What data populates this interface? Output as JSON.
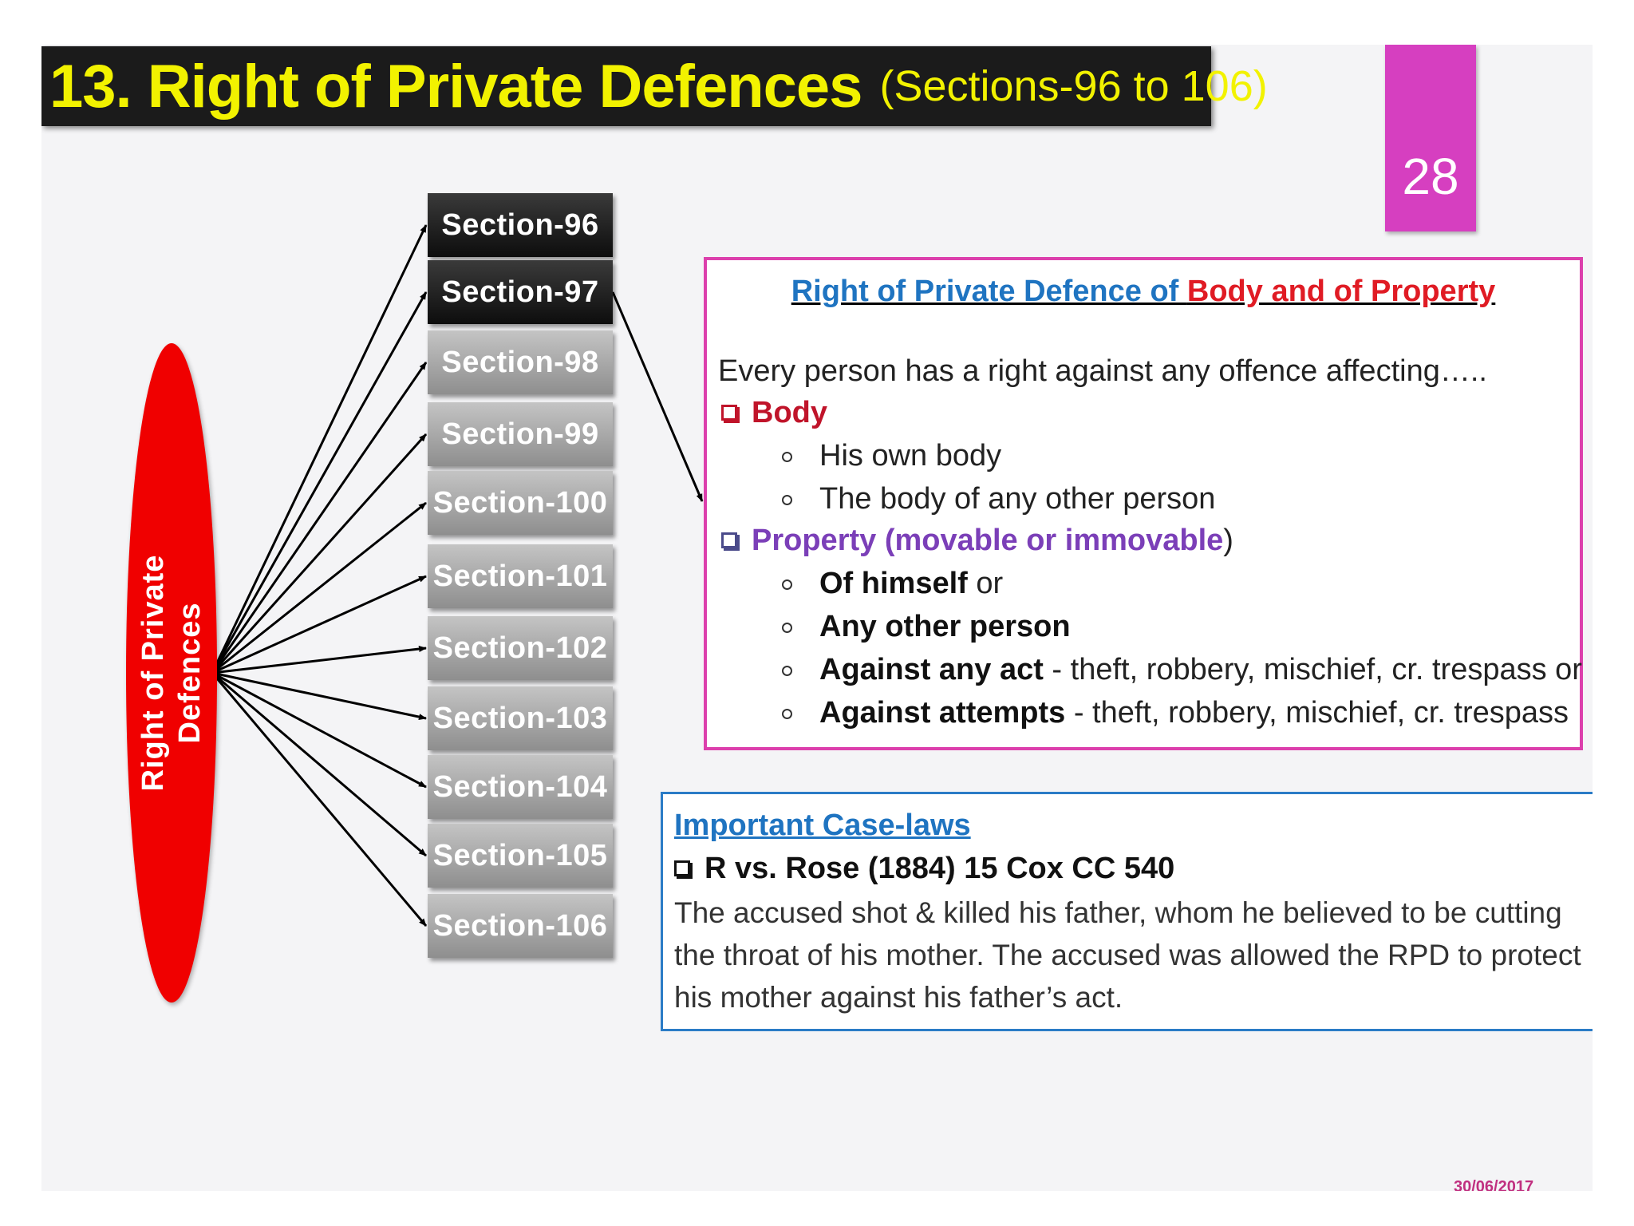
{
  "title": {
    "main": "13. Right of Private Defences",
    "sub": "(Sections-96 to 106)"
  },
  "page_number": "28",
  "root_node": {
    "line1": "Right of Private",
    "line2": "Defences"
  },
  "sections": [
    {
      "label": "Section-96",
      "style": "dark"
    },
    {
      "label": "Section-97",
      "style": "dark"
    },
    {
      "label": "Section-98",
      "style": "grey"
    },
    {
      "label": "Section-99",
      "style": "grey"
    },
    {
      "label": "Section-100",
      "style": "grey"
    },
    {
      "label": "Section-101",
      "style": "grey"
    },
    {
      "label": "Section-102",
      "style": "grey"
    },
    {
      "label": "Section-103",
      "style": "grey"
    },
    {
      "label": "Section-104",
      "style": "grey"
    },
    {
      "label": "Section-105",
      "style": "grey"
    },
    {
      "label": "Section-106",
      "style": "grey"
    }
  ],
  "rpd_box": {
    "title_part1": "Right of Private Defence of ",
    "title_part2": "Body and of Property",
    "intro": "Every person has a right against any offence affecting…..",
    "body": {
      "heading": "Body",
      "items": [
        "His own body",
        "The body of any other person"
      ]
    },
    "property": {
      "heading_main": "Property (movable or immovable",
      "heading_close": ")",
      "items": [
        {
          "bold": "Of himself",
          "rest": " or"
        },
        {
          "bold": "Any other person",
          "rest": ""
        },
        {
          "bold": "Against any act",
          "rest": " - theft, robbery, mischief, cr. trespass or"
        },
        {
          "bold": "Against attempts",
          "rest": " - theft, robbery, mischief, cr. trespass"
        }
      ]
    }
  },
  "case_laws": {
    "title": "Important Case-laws",
    "case": "R vs. Rose (1884) 15 Cox CC 540",
    "description": "The accused shot & killed his father, whom he believed to be cutting the throat of his mother. The accused was allowed the RPD to protect his mother against his father’s act."
  },
  "date": "30/06/2017",
  "colors": {
    "title_text": "#f2f200",
    "page_box": "#d63fc0",
    "root_ellipse": "#f00000",
    "rpd_border": "#dc3fac",
    "cases_border": "#2b7cc6",
    "link_blue": "#1f74c1",
    "body_red": "#c0142a",
    "property_purple": "#7b3fb8"
  }
}
